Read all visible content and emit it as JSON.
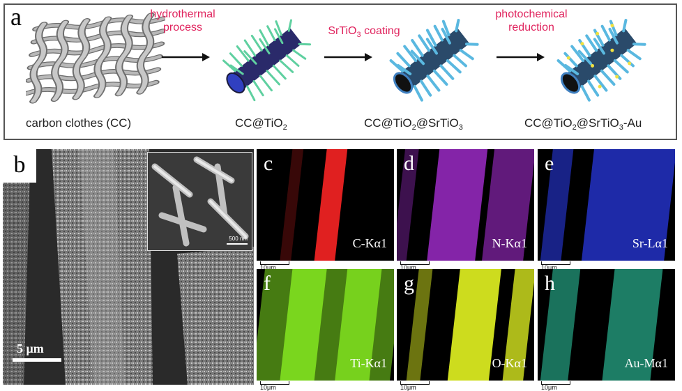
{
  "panel_a": {
    "label": "a",
    "steps": [
      {
        "caption": "carbon clothes (CC)"
      },
      {
        "caption_parts": [
          "CC@TiO",
          "2",
          ""
        ]
      },
      {
        "caption_parts": [
          "CC@TiO",
          "2",
          "@SrTiO",
          "3",
          ""
        ]
      },
      {
        "caption_parts": [
          "CC@TiO",
          "2",
          "@SrTiO",
          "3",
          "-Au"
        ]
      }
    ],
    "arrows": [
      {
        "line1": "hydrothermal",
        "line2": "process"
      },
      {
        "line1_parts": [
          "SrTiO",
          "3",
          " coating"
        ]
      },
      {
        "line1": "photochemical",
        "line2": "reduction"
      }
    ]
  },
  "panel_b": {
    "label": "b",
    "scale_main": "5 μm",
    "scale_inset": "500 nm"
  },
  "eds_maps": [
    {
      "letter": "c",
      "element": "C-Kα1",
      "scale": "10μm",
      "color": "#e02020"
    },
    {
      "letter": "d",
      "element": "N-Kα1",
      "scale": "10μm",
      "color": "#b030e0"
    },
    {
      "letter": "e",
      "element": "Sr-Lα1",
      "scale": "10μm",
      "color": "#2838e0"
    },
    {
      "letter": "f",
      "element": "Ti-Kα1",
      "scale": "10μm",
      "color": "#80e020"
    },
    {
      "letter": "g",
      "element": "O-Kα1",
      "scale": "10μm",
      "color": "#d8e820"
    },
    {
      "letter": "h",
      "element": "Au-Mα1",
      "scale": "10μm",
      "color": "#30d0a8"
    }
  ]
}
